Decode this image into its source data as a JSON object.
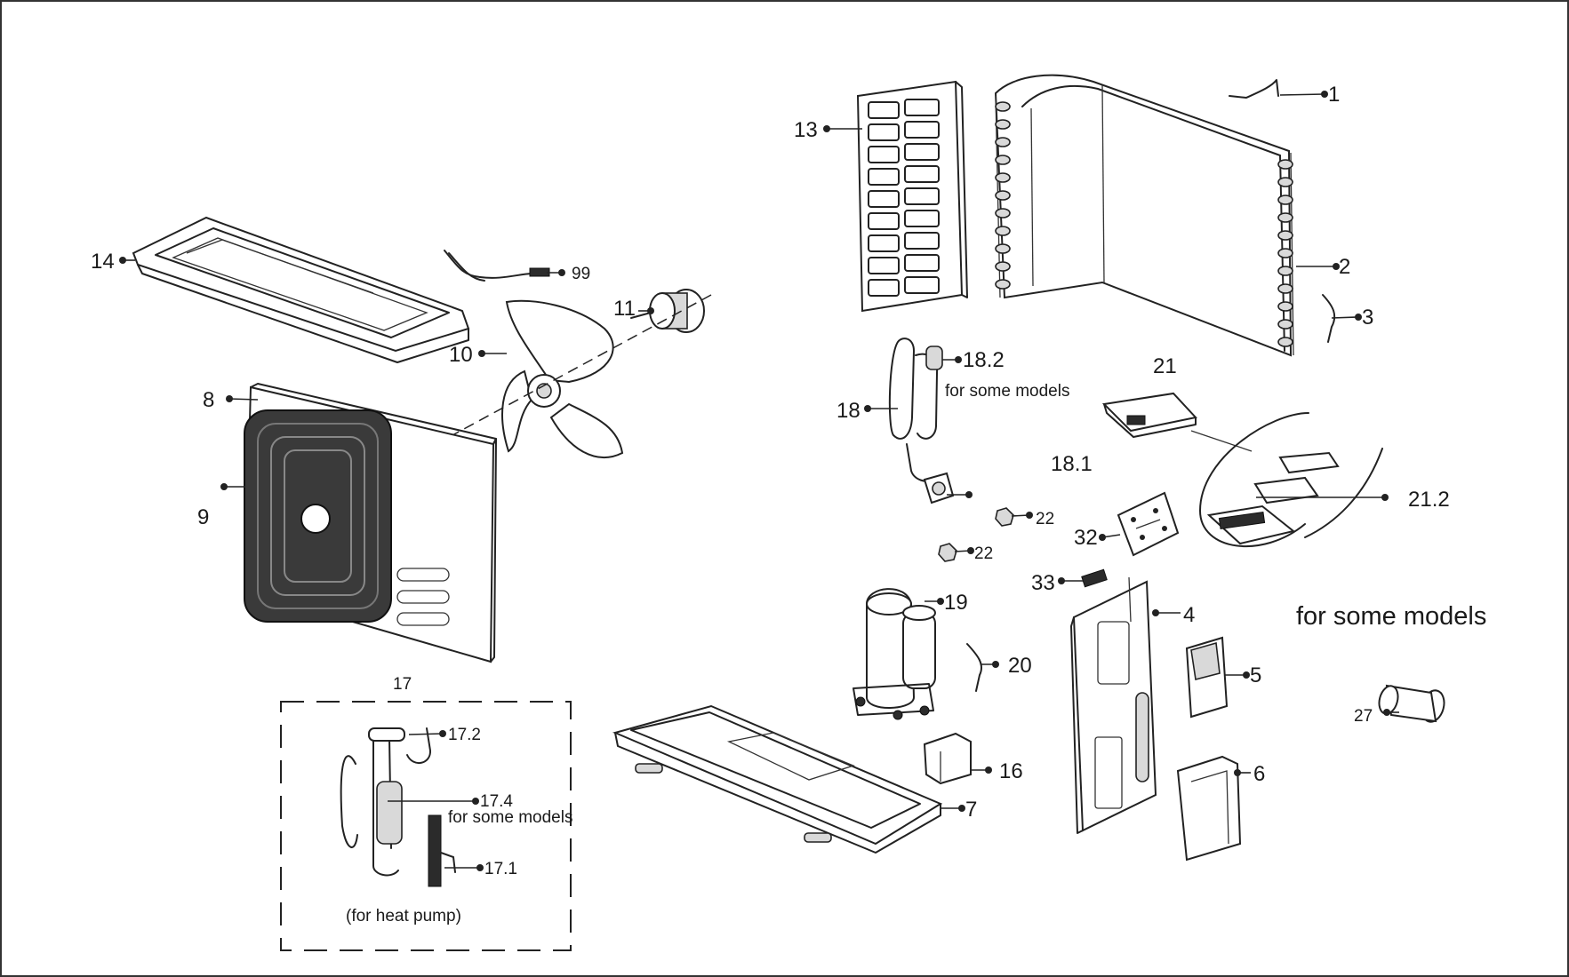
{
  "labels": {
    "p1": "1",
    "p2": "2",
    "p3": "3",
    "p4": "4",
    "p5": "5",
    "p6": "6",
    "p7": "7",
    "p8": "8",
    "p9": "9",
    "p10": "10",
    "p11": "11",
    "p13": "13",
    "p14": "14",
    "p16": "16",
    "p17": "17",
    "p17_1": "17.1",
    "p17_2": "17.2",
    "p17_4": "17.4",
    "p18": "18",
    "p18_1": "18.1",
    "p18_2": "18.2",
    "p19": "19",
    "p20": "20",
    "p21": "21",
    "p21_2": "21.2",
    "p22a": "22",
    "p22b": "22",
    "p27": "27",
    "p32": "32",
    "p33": "33",
    "p99": "99"
  },
  "notes": {
    "some_models_182": "for some models",
    "some_models_174": "for some models",
    "some_models_big": "for some models",
    "heat_pump": "(for heat pump)"
  }
}
